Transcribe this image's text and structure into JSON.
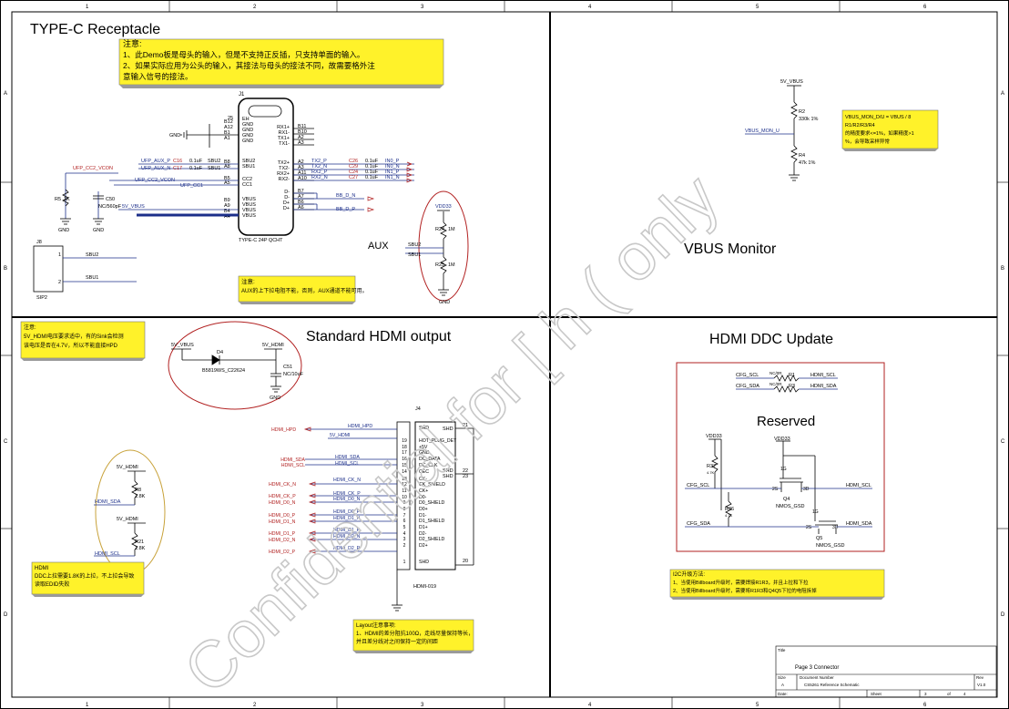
{
  "sheet": {
    "border_cols": [
      "1",
      "2",
      "3",
      "4",
      "5",
      "6"
    ],
    "border_rows": [
      "A",
      "B",
      "C",
      "D"
    ],
    "watermark": "Confidential for [ h ( only",
    "colors": {
      "red": "#b22222",
      "blue": "#1c2f8a",
      "dark": "#333333",
      "note": "#fff22a",
      "border": "#000000"
    }
  },
  "sections": {
    "typec_title": "TYPE-C Receptacle",
    "vbus_title": "VBUS Monitor",
    "hdmi_title": "Standard HDMI output",
    "ddc_title": "HDMI DDC Update",
    "aux_label": "AUX",
    "reserved_label": "Reserved"
  },
  "notes": {
    "n1_head": "注意:",
    "n1_l1": "1、此Demo板是母头的输入，但是不支持正反插，只支持单面的输入。",
    "n1_l2": "2、如果实际应用为公头的输入，其接法与母头的接法不同，故需要格外注",
    "n1_l3": "意输入信号的接法。",
    "n2_l1": "VBUS_MON_D/U = VBUS / 8",
    "n2_l2": "R1/R2/R3/R4",
    "n2_l3": "的精度要求<=1%，如果精度>1",
    "n2_l4": "%，会导致采样异常",
    "n3_head": "注意:",
    "n3_l1": "AUX的上下拉电阻不能，否则，AUX通道不能可用。",
    "n4_head": "注意:",
    "n4_l1": "5V_HDMI电压要求适中，有的Sink会检测",
    "n4_l2": "该电压是否在4.7V，所以不能直接HPD",
    "n5_head": "HDMI",
    "n5_l1": "DDC上拉需要1.8K的上拉，不上拉会导致",
    "n5_l2": "读取EDID失败",
    "n6_head": "Layout注意事项:",
    "n6_l1": "1、HDMI的差分阻抗100Ω，走线尽量保持等长，",
    "n6_l2": "并且差分线对之间保持一定的间距",
    "n7_head": "I2C升级方法:",
    "n7_l1": "1、当使用Billboard升级时，需要焊接R1R3，并且上拉和下拉",
    "n7_l2": "2、当使用Billboard升级时，需要将R1R3和Q4Q5下拉的电阻拆掉"
  },
  "connector_j1": {
    "ref": "J1",
    "value": "TYPE-C 24P QCHT",
    "left_pins": [
      "B12",
      "A12",
      "B1",
      "A1",
      "B8",
      "A8",
      "B5",
      "A5",
      "B9",
      "A9",
      "B4",
      "A4"
    ],
    "left_names": [
      "EH",
      "GND",
      "GND",
      "GND",
      "GND",
      "SBU2",
      "SBU1",
      "CC2",
      "CC1",
      "VBUS",
      "VBUS",
      "VBUS",
      "VBUS"
    ],
    "right_names": [
      "RX1+",
      "RX1-",
      "TX1+",
      "TX1-",
      "TX2+",
      "TX2-",
      "RX2+",
      "RX2-",
      "D-",
      "D-",
      "D+",
      "D+"
    ],
    "right_pins": [
      "B11",
      "B10",
      "A2",
      "A3",
      "A2",
      "A3",
      "A11",
      "A10",
      "B7",
      "A7",
      "B6",
      "A6"
    ],
    "eh_pin": "25"
  },
  "typec_nets": {
    "gnd": "GND",
    "ufp_cc2": "UFP_CC2_VCON",
    "ufp_aux_p": "UFP_AUX_P",
    "ufp_aux_n": "UFP_AUX_N",
    "c16": "C16",
    "c17": "C17",
    "cap_01uf": "0.1uF",
    "sbu2": "SBU2",
    "sbu1": "SBU1",
    "ufp_cc2b": "UFP_CC2_VCON",
    "ufp_cc1": "UFP_CC1",
    "r5": "R5",
    "r5v": "1K",
    "c50": "C50",
    "c50v": "NC/560pF",
    "v5vbus": "5V_VBUS",
    "tx2p": "TX2_P",
    "tx2n": "TX2_N",
    "rx2p": "RX2_P",
    "rx2n": "RX2_N",
    "c26": "C26",
    "c29": "C29",
    "c24": "C24",
    "c27": "C27",
    "in0p": "IN0_P",
    "in0n": "IN0_N",
    "in1p": "IN1_P",
    "in1n": "IN1_N",
    "bbdn": "BB_D_N",
    "bbdp": "BB_D_P"
  },
  "aux": {
    "vdd33": "VDD33",
    "r24": "R24",
    "r24v": "1M",
    "r25": "R25",
    "r25v": "1M",
    "sbu2": "SBU2",
    "sbu1": "SBU1",
    "gnd": "GND"
  },
  "j8": {
    "ref": "J8",
    "value": "SIP2",
    "pin1": "1",
    "pin2": "2",
    "net1": "SBU2",
    "net2": "SBU1"
  },
  "vbus": {
    "net_top": "5V_VBUS",
    "r2": "R2",
    "r2v": "330k 1%",
    "mon": "VBUS_MON_U",
    "r4": "R4",
    "r4v": "47k 1%"
  },
  "hdmi_power": {
    "in": "5V_VBUS",
    "out": "5V_HDMI",
    "d4": "D4",
    "d4v": "B5819WS_C22624",
    "c51": "C51",
    "c51v": "NC/10uF",
    "gnd": "GND"
  },
  "ddc_pullups": {
    "v5": "5V_HDMI",
    "r8": "R8",
    "r8v": "1.8K",
    "sda": "HDMI_SDA",
    "v5b": "5V_HDMI",
    "r21": "R21",
    "r21v": "1.8K",
    "scl": "HDMI_SCL"
  },
  "connector_j4": {
    "ref": "J4",
    "value": "HDMI-019",
    "pin_names": [
      "SHD",
      "HOT_PLUG_DET",
      "+5V",
      "GND",
      "DC_DATA",
      "DC_CLK",
      "CEC",
      "CK-",
      "CK_SHIELD",
      "CK+",
      "D0-",
      "D0_SHIELD",
      "D0+",
      "D1-",
      "D1_SHIELD",
      "D1+",
      "D2-",
      "D2_SHIELD",
      "D2+",
      "SHD"
    ],
    "pin_nums": [
      "19",
      "18",
      "17",
      "16",
      "15",
      "14",
      "13",
      "12",
      "11",
      "10",
      "9",
      "8",
      "7",
      "6",
      "5",
      "4",
      "3",
      "2",
      "1"
    ],
    "shd_pins": [
      "21",
      "22",
      "23",
      "20"
    ],
    "shd_labels": [
      "SHD",
      "SHD",
      "SHD"
    ],
    "nets": [
      "HDMI_HPD",
      "5V_HDMI",
      "HDMI_SDA",
      "HDMI_SCL",
      "HDMI_CK_N",
      "HDMI_CK_P",
      "HDMI_D0_N",
      "HDMI_D0_P",
      "HDMI_D1_N",
      "HDMI_D1_P",
      "HDMI_D2_N",
      "HDMI_D2_P"
    ],
    "side_nets": [
      "HDMI_HPD",
      "HDMI_SDA",
      "HDMI_SCL",
      "HDMI_CK_N",
      "HDMI_CK_P",
      "HDMI_D0_N",
      "HDMI_D0_P",
      "HDMI_D1_N",
      "HDMI_D1_P",
      "HDMI_D2_N",
      "HDMI_D2_P"
    ]
  },
  "ddc_update": {
    "cfg_scl": "CFG_SCL",
    "cfg_sda": "CFG_SDA",
    "r1": "R1",
    "r3": "R3",
    "nc": "NC/0R",
    "hdmi_scl": "HDMI_SCL",
    "hdmi_sda": "HDMI_SDA",
    "vdd33a": "VDD33",
    "vdd33b": "VDD33",
    "r37": "R37",
    "r37v": "4.7K",
    "r36": "R36",
    "r36v": "4.7K",
    "q4": "Q4",
    "q4v": "NMOS_GSD",
    "q5": "Q5",
    "q5v": "NMOS_GSD",
    "p1g": "1G",
    "p2s": "2S",
    "p3d": "3D",
    "p1g2": "1G",
    "p2s2": "2S",
    "p3d2": "3D",
    "cfg_scl2": "CFG_SCL",
    "cfg_sda2": "CFG_SDA",
    "hdmi_scl2": "HDMI_SCL",
    "hdmi_sda2": "HDMI_SDA"
  },
  "title_block": {
    "title_label": "Title",
    "title": "Page 3 Connector",
    "size_label": "Size",
    "size": "A",
    "docnum_label": "Document Number",
    "docnum": "CS5261 Reference Schematic",
    "rev_label": "Rev",
    "rev": "V1.0",
    "date_label": "Date:",
    "sheet_label": "Sheet",
    "sheet": "3",
    "of": "of",
    "total": "4"
  }
}
